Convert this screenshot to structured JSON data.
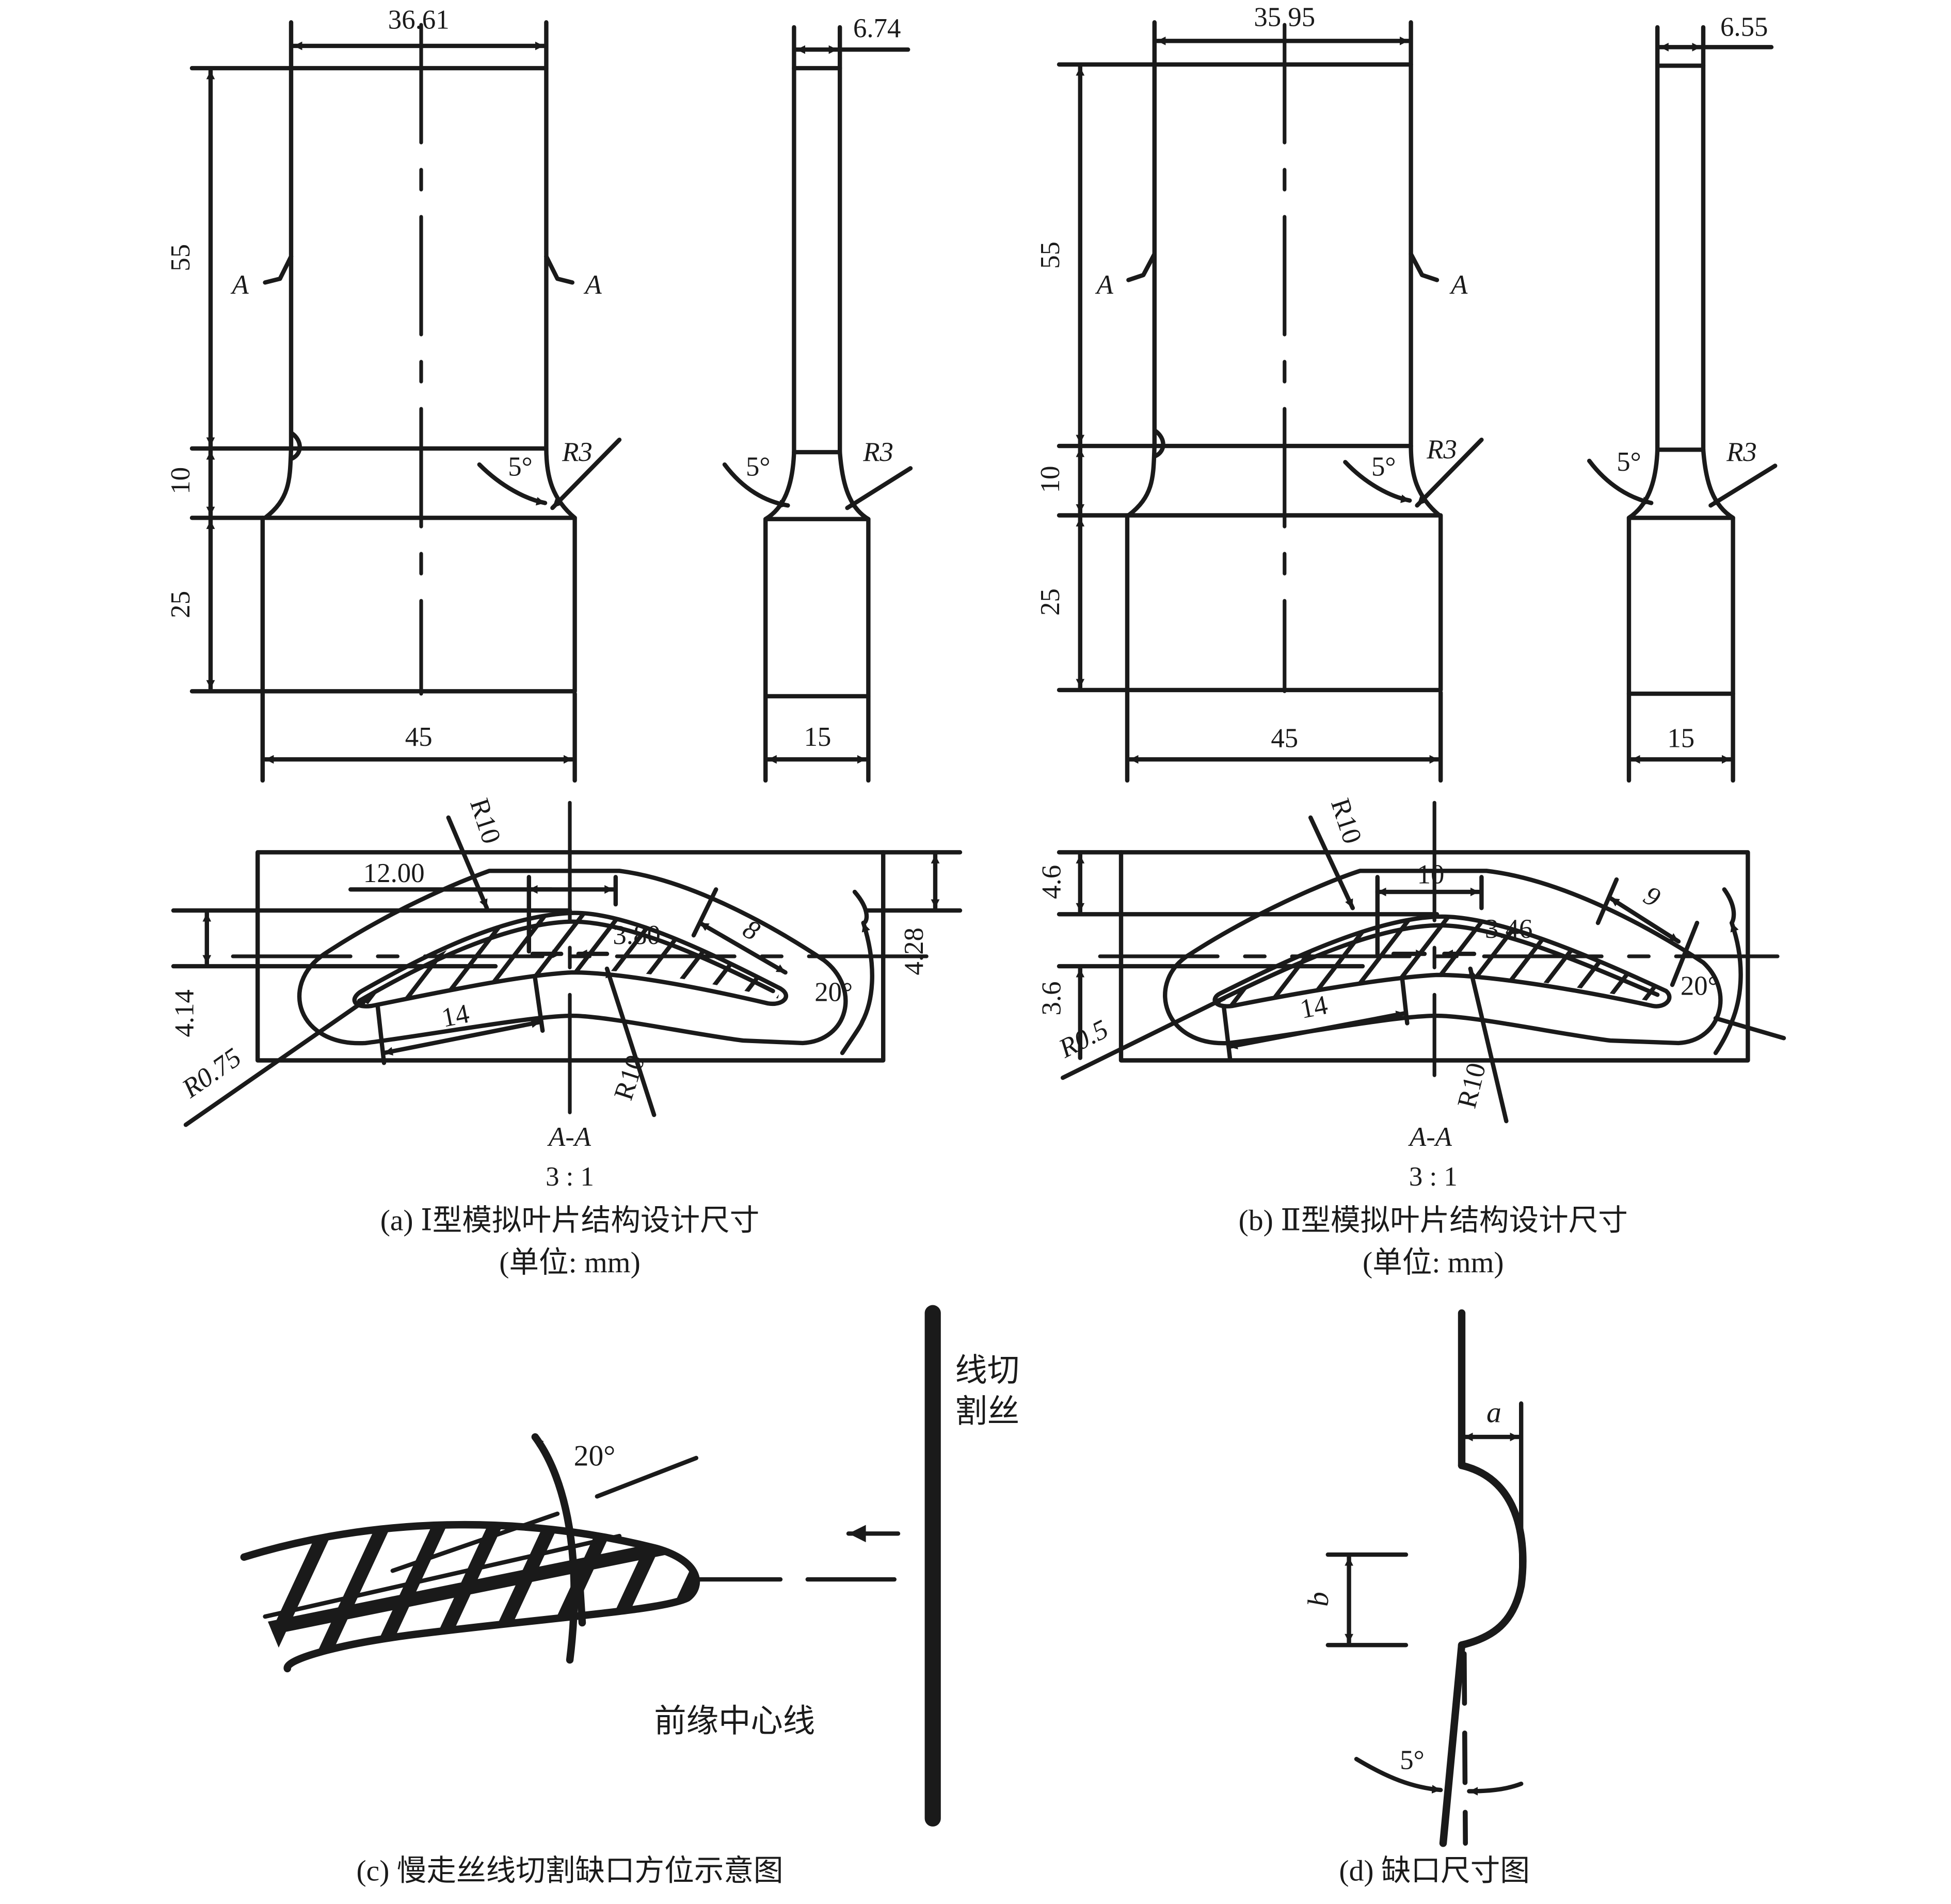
{
  "panel_a": {
    "dim_top_width": "36.61",
    "dim_thickness": "6.74",
    "dim_height_airfoil": "55",
    "dim_height_fillet": "10",
    "dim_height_root": "25",
    "dim_root_width": "45",
    "dim_root_thickness": "15",
    "section_mark": "A",
    "angle_left": "5°",
    "radius_label": "R3",
    "angle_side": "5°",
    "radius_side": "R3",
    "sec_width_a": "12.00",
    "sec_r10_top": "R10",
    "sec_r10_bottom": "R10",
    "sec_38": "3.80",
    "sec_8": "8",
    "sec_20deg": "20°",
    "sec_414": "4.14",
    "sec_428": "4.28",
    "sec_14": "14",
    "sec_r075": "R0.75",
    "section_name": "A-A",
    "scale": "3 : 1",
    "caption": "(a)  Ⅰ型模拟叶片结构设计尺寸",
    "unit": "(单位: mm)"
  },
  "panel_b": {
    "dim_top_width": "35.95",
    "dim_thickness": "6.55",
    "dim_height_airfoil": "55",
    "dim_height_fillet": "10",
    "dim_height_root": "25",
    "dim_root_width": "45",
    "dim_root_thickness": "15",
    "section_mark": "A",
    "angle_left": "5°",
    "radius_label": "R3",
    "angle_side": "5°",
    "radius_side": "R3",
    "sec_width_b": "10",
    "sec_r10_top": "R10",
    "sec_r10_bottom": "R10",
    "sec_346": "3.46",
    "sec_9": "9",
    "sec_20deg": "20°",
    "sec_46": "4.6",
    "sec_36": "3.6",
    "sec_14": "14",
    "sec_r05": "R0.5",
    "section_name": "A-A",
    "scale": "3 : 1",
    "caption": "(b)  Ⅱ型模拟叶片结构设计尺寸",
    "unit": "(单位: mm)"
  },
  "panel_c": {
    "angle": "20°",
    "wire_label_line1": "线切",
    "wire_label_line2": "割丝",
    "centerline_label": "前缘中心线",
    "caption": "(c) 慢走丝线切割缺口方位示意图"
  },
  "panel_d": {
    "label_a": "a",
    "label_b": "b",
    "angle": "5°",
    "caption": "(d) 缺口尺寸图"
  }
}
